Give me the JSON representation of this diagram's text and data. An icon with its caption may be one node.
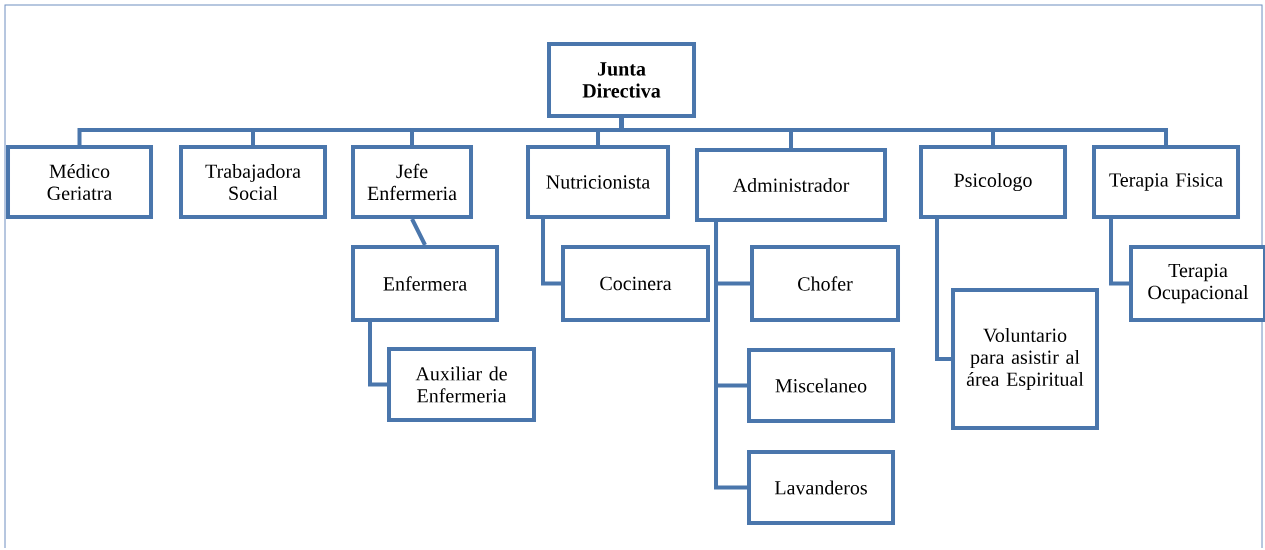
{
  "diagram": {
    "nodes": [
      {
        "text": [
          "Junta Directiva"
        ]
      },
      {
        "text": [
          "Médico Geriatra"
        ]
      },
      {
        "text": [
          "Trabajadora Social"
        ]
      },
      {
        "text": [
          "Jefe Enfermeria"
        ]
      },
      {
        "text": [
          "Nutricionista"
        ]
      },
      {
        "text": [
          "Administrador"
        ]
      },
      {
        "text": [
          "Psicologo"
        ]
      },
      {
        "text": [
          "Terapia Fisica"
        ]
      },
      {
        "text": [
          "Enfermera"
        ]
      },
      {
        "text": [
          "Auxiliar de Enfermeria"
        ]
      },
      {
        "text": [
          "Cocinera"
        ]
      },
      {
        "text": [
          "Chofer"
        ]
      },
      {
        "text": [
          "Miscelaneo"
        ]
      },
      {
        "text": [
          "Lavanderos"
        ]
      },
      {
        "text": [
          "Voluntario para asistir al área Espiritual"
        ]
      },
      {
        "text": [
          "Terapia Ocupacional"
        ]
      }
    ],
    "edges": [
      {
        "from": 0,
        "to": 1,
        "arrow": "none"
      },
      {
        "from": 0,
        "to": 2,
        "arrow": "none"
      },
      {
        "from": 0,
        "to": 3,
        "arrow": "none"
      },
      {
        "from": 0,
        "to": 4,
        "arrow": "none"
      },
      {
        "from": 0,
        "to": 5,
        "arrow": "none"
      },
      {
        "from": 0,
        "to": 6,
        "arrow": "none"
      },
      {
        "from": 0,
        "to": 7,
        "arrow": "none"
      },
      {
        "from": 3,
        "to": 8,
        "arrow": "none"
      },
      {
        "from": 8,
        "to": 9,
        "arrow": "none"
      },
      {
        "from": 4,
        "to": 10,
        "arrow": "none"
      },
      {
        "from": 5,
        "to": 11,
        "arrow": "none"
      },
      {
        "from": 5,
        "to": 12,
        "arrow": "none"
      },
      {
        "from": 5,
        "to": 13,
        "arrow": "none"
      },
      {
        "from": 6,
        "to": 14,
        "arrow": "none"
      },
      {
        "from": 7,
        "to": 15,
        "arrow": "none"
      }
    ]
  }
}
